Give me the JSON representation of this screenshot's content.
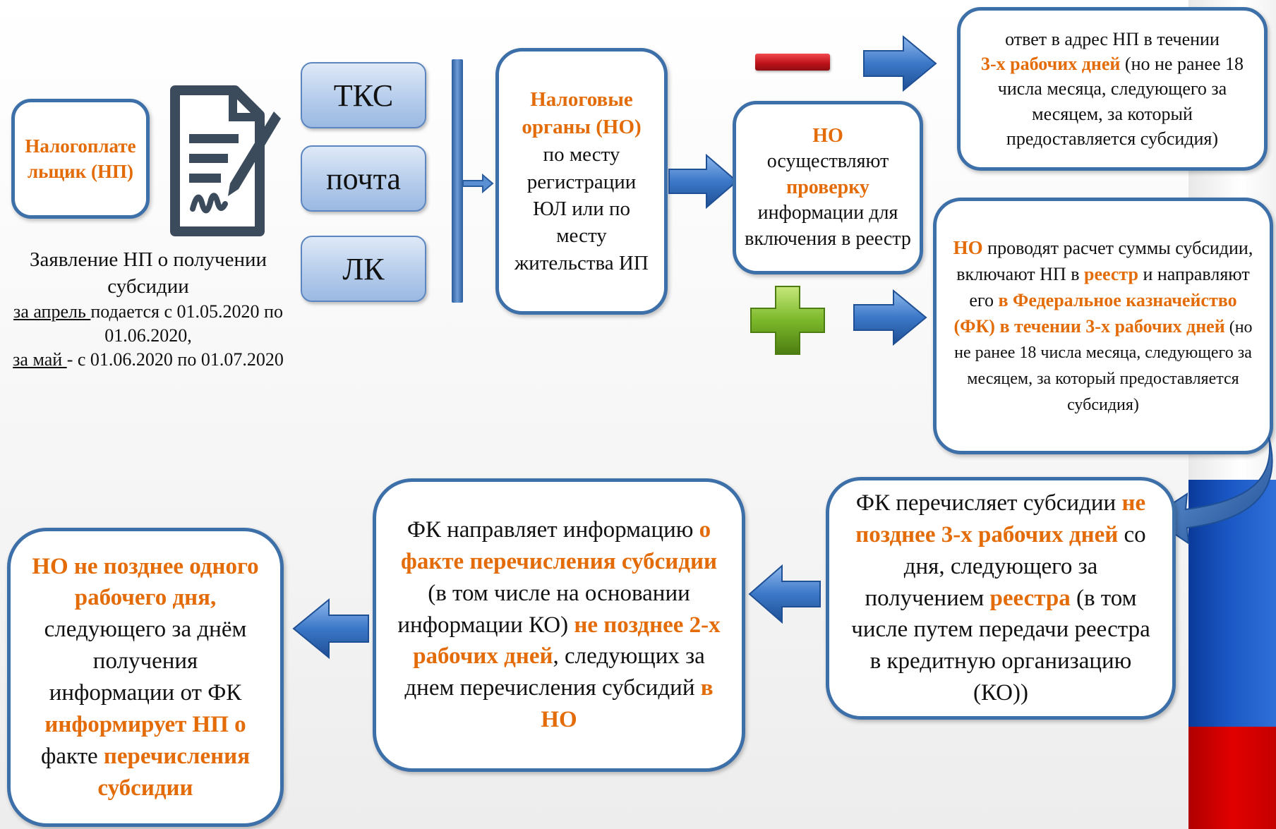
{
  "taxpayer": {
    "label": "Налогоплательщик (НП)"
  },
  "document_icon": "signed-document-icon",
  "application": {
    "line1": "Заявление НП о получении субсидии",
    "april_label": "за апрель ",
    "april_rest": "подается с 01.05.2020 по 01.06.2020,",
    "may_label": "за май ",
    "may_rest": "- с 01.06.2020 по 01.07.2020"
  },
  "channels": [
    "ТКС",
    "почта",
    "ЛК"
  ],
  "tax_authority": {
    "title": "Налоговые органы (НО)",
    "text": "по месту регистрации ЮЛ или по месту жительства ИП"
  },
  "check": {
    "title": "НО",
    "t1": "осуществляют",
    "t2": "проверку",
    "t3": "информации для включения в реестр"
  },
  "negative": {
    "t1": "ответ в адрес НП в течении",
    "t2": "3-х рабочих дней",
    "t3": " (но не ранее 18 числа месяца, следующего за месяцем, за который предоставляется субсидия)"
  },
  "positive": {
    "t1": "НО",
    "t2": " проводят расчет суммы субсидии, включают НП в ",
    "t3": "реестр",
    "t4": " и направляют его ",
    "t5": "в Федеральное казначейство (ФК) в течении 3-х рабочих дней",
    "t6": " (но не ранее 18 числа месяца, следующего за месяцем, за который предоставляется субсидия)"
  },
  "fk_transfer": {
    "t1": "ФК перечисляет субсидии ",
    "t2": "не позднее 3-х рабочих дней",
    "t3": " со дня, следующего за получением ",
    "t4": "реестра",
    "t5": " (в том числе путем передачи реестра в кредитную организацию (КО))"
  },
  "fk_inform": {
    "t1": "ФК направляет информацию ",
    "t2": "о факте перечисления субсидии",
    "t3": " (в том числе на основании информации КО) ",
    "t4": "не позднее 2-х рабочих дней",
    "t5": ", следующих за днем перечисления субсидий ",
    "t6": "в НО"
  },
  "no_inform": {
    "t1": "НО не позднее одного рабочего дня,",
    "t2": " следующего за днём получения информации от ФК ",
    "t3": "информирует НП о",
    "t4": " факте ",
    "t5": "перечисления субсидии"
  },
  "colors": {
    "accent_orange": "#e36c09",
    "box_border": "#3d6fa8",
    "arrow_blue": "#3b78c8",
    "minus_red": "#c0141a",
    "plus_green": "#7bb82a"
  }
}
